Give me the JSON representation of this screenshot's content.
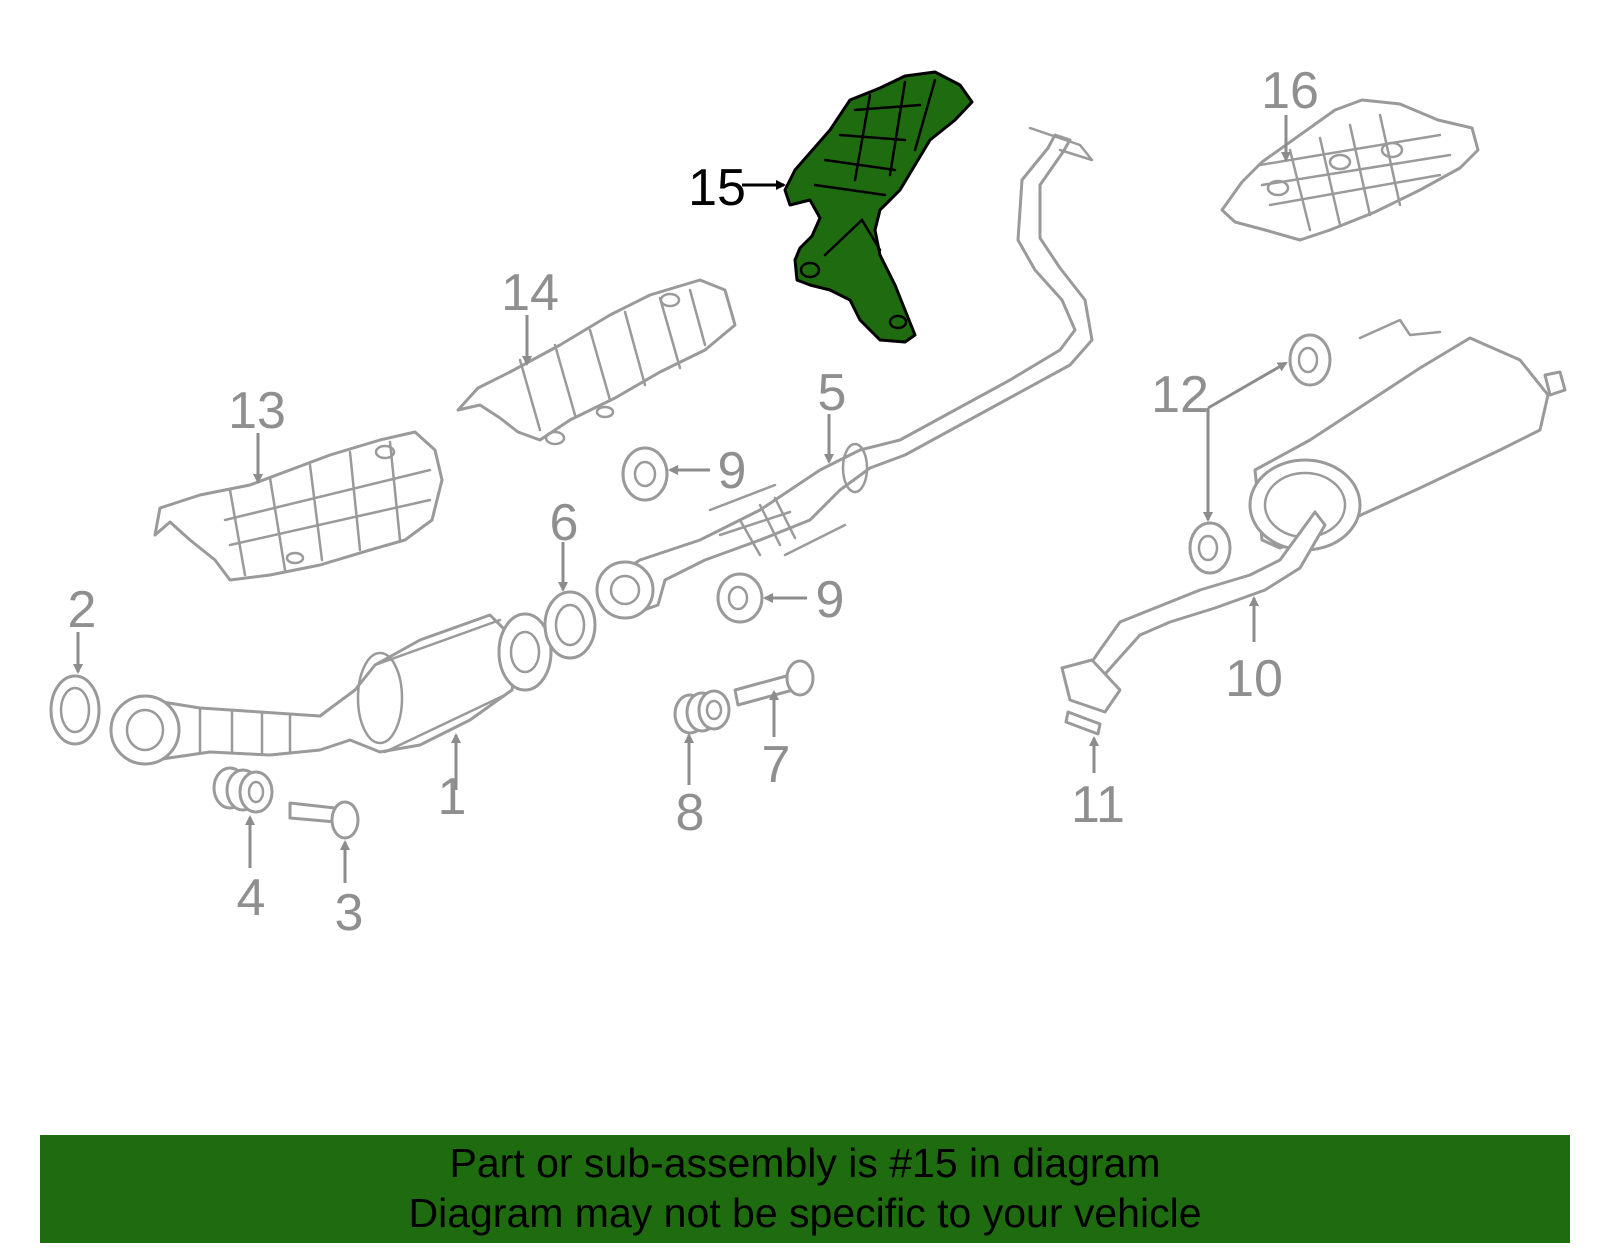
{
  "colors": {
    "highlight_part": "#1f6b0f",
    "banner_background": "#1f6b0f",
    "part_outline": "#9a9a9a",
    "label_gray": "#8f8f8f",
    "label_highlight": "#000000"
  },
  "callouts": {
    "c1": "1",
    "c2": "2",
    "c3": "3",
    "c4": "4",
    "c5": "5",
    "c6": "6",
    "c7": "7",
    "c8": "8",
    "c9a": "9",
    "c9b": "9",
    "c10": "10",
    "c11": "11",
    "c12": "12",
    "c13": "13",
    "c14": "14",
    "c15": "15",
    "c16": "16"
  },
  "banner": {
    "line1": "Part or sub-assembly is #15 in diagram",
    "line2": "Diagram may not be specific to your vehicle"
  }
}
